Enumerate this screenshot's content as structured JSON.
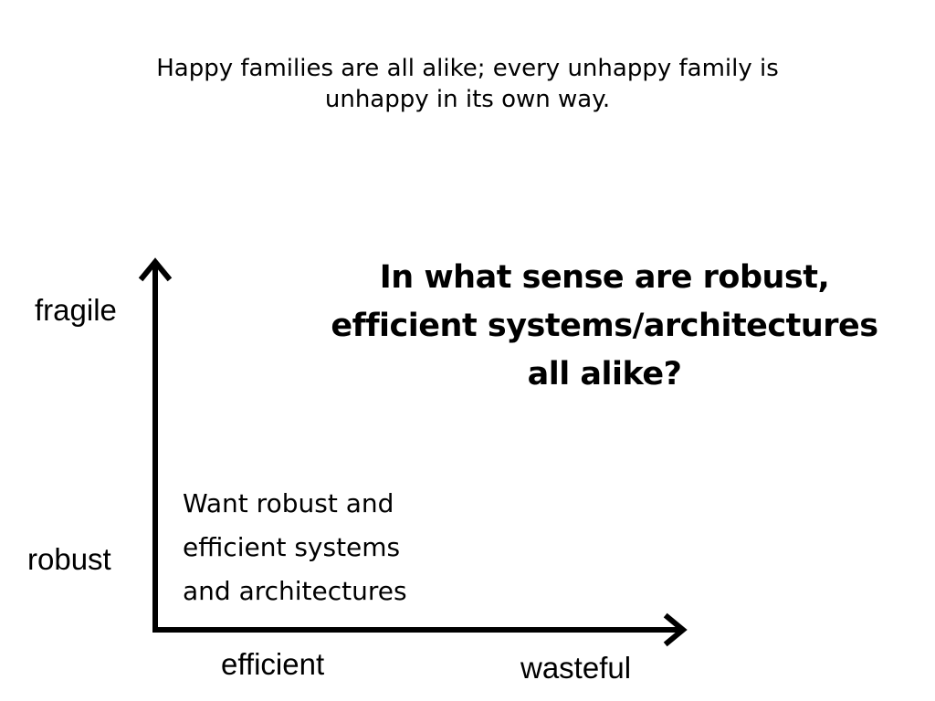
{
  "quote": {
    "line1": "Happy families are all alike; every unhappy family is",
    "line2": "unhappy in its own way."
  },
  "question": {
    "line1": "In what sense are robust,",
    "line2": "efficient systems/architectures",
    "line3": "all alike?"
  },
  "note": {
    "line1": "Want robust and",
    "line2": "efficient systems",
    "line3": "and architectures"
  },
  "axes": {
    "y_top": "fragile",
    "y_bottom": "robust",
    "x_left": "efficient",
    "x_right": "wasteful"
  }
}
